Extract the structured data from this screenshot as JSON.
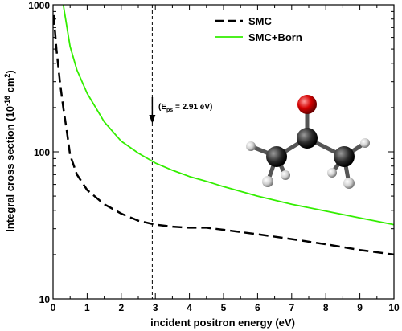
{
  "chart_data": {
    "type": "line",
    "xlabel": "incident positron energy (eV)",
    "ylabel_main": "Integral cross section (10",
    "ylabel_exp": "-16",
    "ylabel_unit": " cm",
    "ylabel_unit_exp": "2",
    "ylabel_close": ")",
    "xlim": [
      0,
      10
    ],
    "ylim": [
      10,
      1000
    ],
    "yscale": "log",
    "xticks": [
      0,
      1,
      2,
      3,
      4,
      5,
      6,
      7,
      8,
      9,
      10
    ],
    "xtick_labels": [
      "0",
      "1",
      "2",
      "3",
      "4",
      "5",
      "6",
      "7",
      "8",
      "9",
      "10"
    ],
    "yticks": [
      10,
      100,
      1000
    ],
    "ytick_labels": [
      "10",
      "100",
      "1000"
    ],
    "legend_position": "top-right",
    "series": [
      {
        "name": "SMC",
        "color": "#000000",
        "style": "dashed",
        "x": [
          0.02,
          0.1,
          0.2,
          0.3,
          0.4,
          0.5,
          0.7,
          1.0,
          1.5,
          2.0,
          2.5,
          3.0,
          3.5,
          4.0,
          4.5,
          5.0,
          6.0,
          7.0,
          8.0,
          9.0,
          10.0
        ],
        "y": [
          850,
          500,
          300,
          200,
          140,
          95,
          70,
          55,
          44,
          38,
          34,
          32,
          31,
          30.5,
          30.5,
          29.5,
          27.5,
          25.5,
          23.5,
          21.5,
          20
        ]
      },
      {
        "name": "SMC+Born",
        "color": "#33ee00",
        "style": "solid",
        "x": [
          0.3,
          0.5,
          0.7,
          1.0,
          1.5,
          2.0,
          2.5,
          3.0,
          3.5,
          4.0,
          4.5,
          5.0,
          6.0,
          7.0,
          8.0,
          9.0,
          10.0
        ],
        "y": [
          1000,
          520,
          360,
          250,
          160,
          118,
          98,
          84,
          75,
          68,
          63,
          58,
          50,
          44,
          39.5,
          35.5,
          32
        ]
      }
    ],
    "annotation": {
      "label_prefix": "(E",
      "label_sub": "ps",
      "label_suffix": " = 2.91 eV)",
      "x": 2.91
    }
  }
}
